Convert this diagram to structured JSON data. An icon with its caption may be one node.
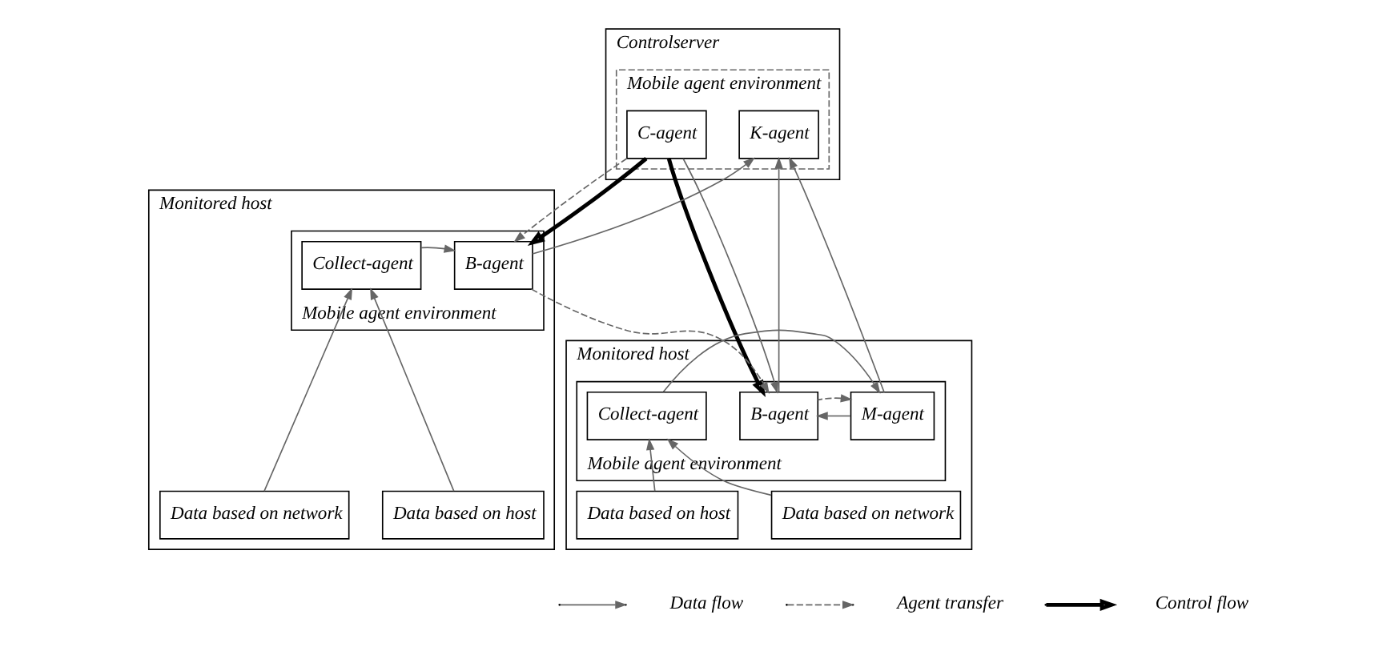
{
  "diagram": {
    "nodes": [
      {
        "text": [
          "Controlserver"
        ]
      },
      {
        "text": [
          "Mobile agent environment"
        ],
        "in": 0
      },
      {
        "text": [
          "C-agent"
        ],
        "in": 1
      },
      {
        "text": [
          "K-agent"
        ],
        "in": 1
      },
      {
        "text": [
          "Monitored host"
        ]
      },
      {
        "text": [
          "Mobile agent environment"
        ],
        "in": 4
      },
      {
        "text": [
          "Collect-agent"
        ],
        "in": 5
      },
      {
        "text": [
          "B-agent"
        ],
        "in": 5
      },
      {
        "text": [
          "Data based on host"
        ],
        "in": 4
      },
      {
        "text": [
          "Data based on network"
        ],
        "in": 4
      },
      {
        "text": [
          "Monitored host"
        ]
      },
      {
        "text": [
          "Mobile agent environment"
        ],
        "in": 10
      },
      {
        "text": [
          "Collect-agent"
        ],
        "in": 11
      },
      {
        "text": [
          "M-agent"
        ],
        "in": 11
      },
      {
        "text": [
          "B-agent"
        ],
        "in": 11
      },
      {
        "text": [
          "Data based on host"
        ],
        "in": 10
      },
      {
        "text": [
          "Data based on network"
        ],
        "in": 10
      }
    ],
    "edges": [
      {
        "from": 2,
        "to": 7,
        "arrow": "to",
        "style": "dashed"
      },
      {
        "from": 2,
        "to": 7,
        "arrow": "to",
        "style": "thick",
        "color": "#000000"
      },
      {
        "from": 2,
        "to": 14,
        "arrow": "to",
        "style": "thick",
        "color": "#000000"
      },
      {
        "from": 2,
        "to": 14,
        "arrow": "to"
      },
      {
        "from": 7,
        "to": 3,
        "arrow": "to"
      },
      {
        "from": 13,
        "to": 3,
        "arrow": "to"
      },
      {
        "from": 14,
        "to": 3,
        "arrow": "to"
      },
      {
        "from": 6,
        "to": 7,
        "arrow": "to"
      },
      {
        "from": 8,
        "to": 6,
        "arrow": "to"
      },
      {
        "from": 9,
        "to": 6,
        "arrow": "to"
      },
      {
        "from": 12,
        "to": 13,
        "arrow": "to"
      },
      {
        "from": 13,
        "to": 14,
        "arrow": "to"
      },
      {
        "from": 14,
        "to": 13,
        "arrow": "to",
        "style": "dashed"
      },
      {
        "from": 15,
        "to": 12,
        "arrow": "to"
      },
      {
        "from": 16,
        "to": 12,
        "arrow": "to"
      },
      {
        "from": 7,
        "to": 14,
        "arrow": "to",
        "style": "dashed"
      }
    ],
    "legend": [
      {
        "text": "Data flow"
      },
      {
        "text": "Agent transfer"
      },
      {
        "text": "Control flow"
      }
    ]
  }
}
